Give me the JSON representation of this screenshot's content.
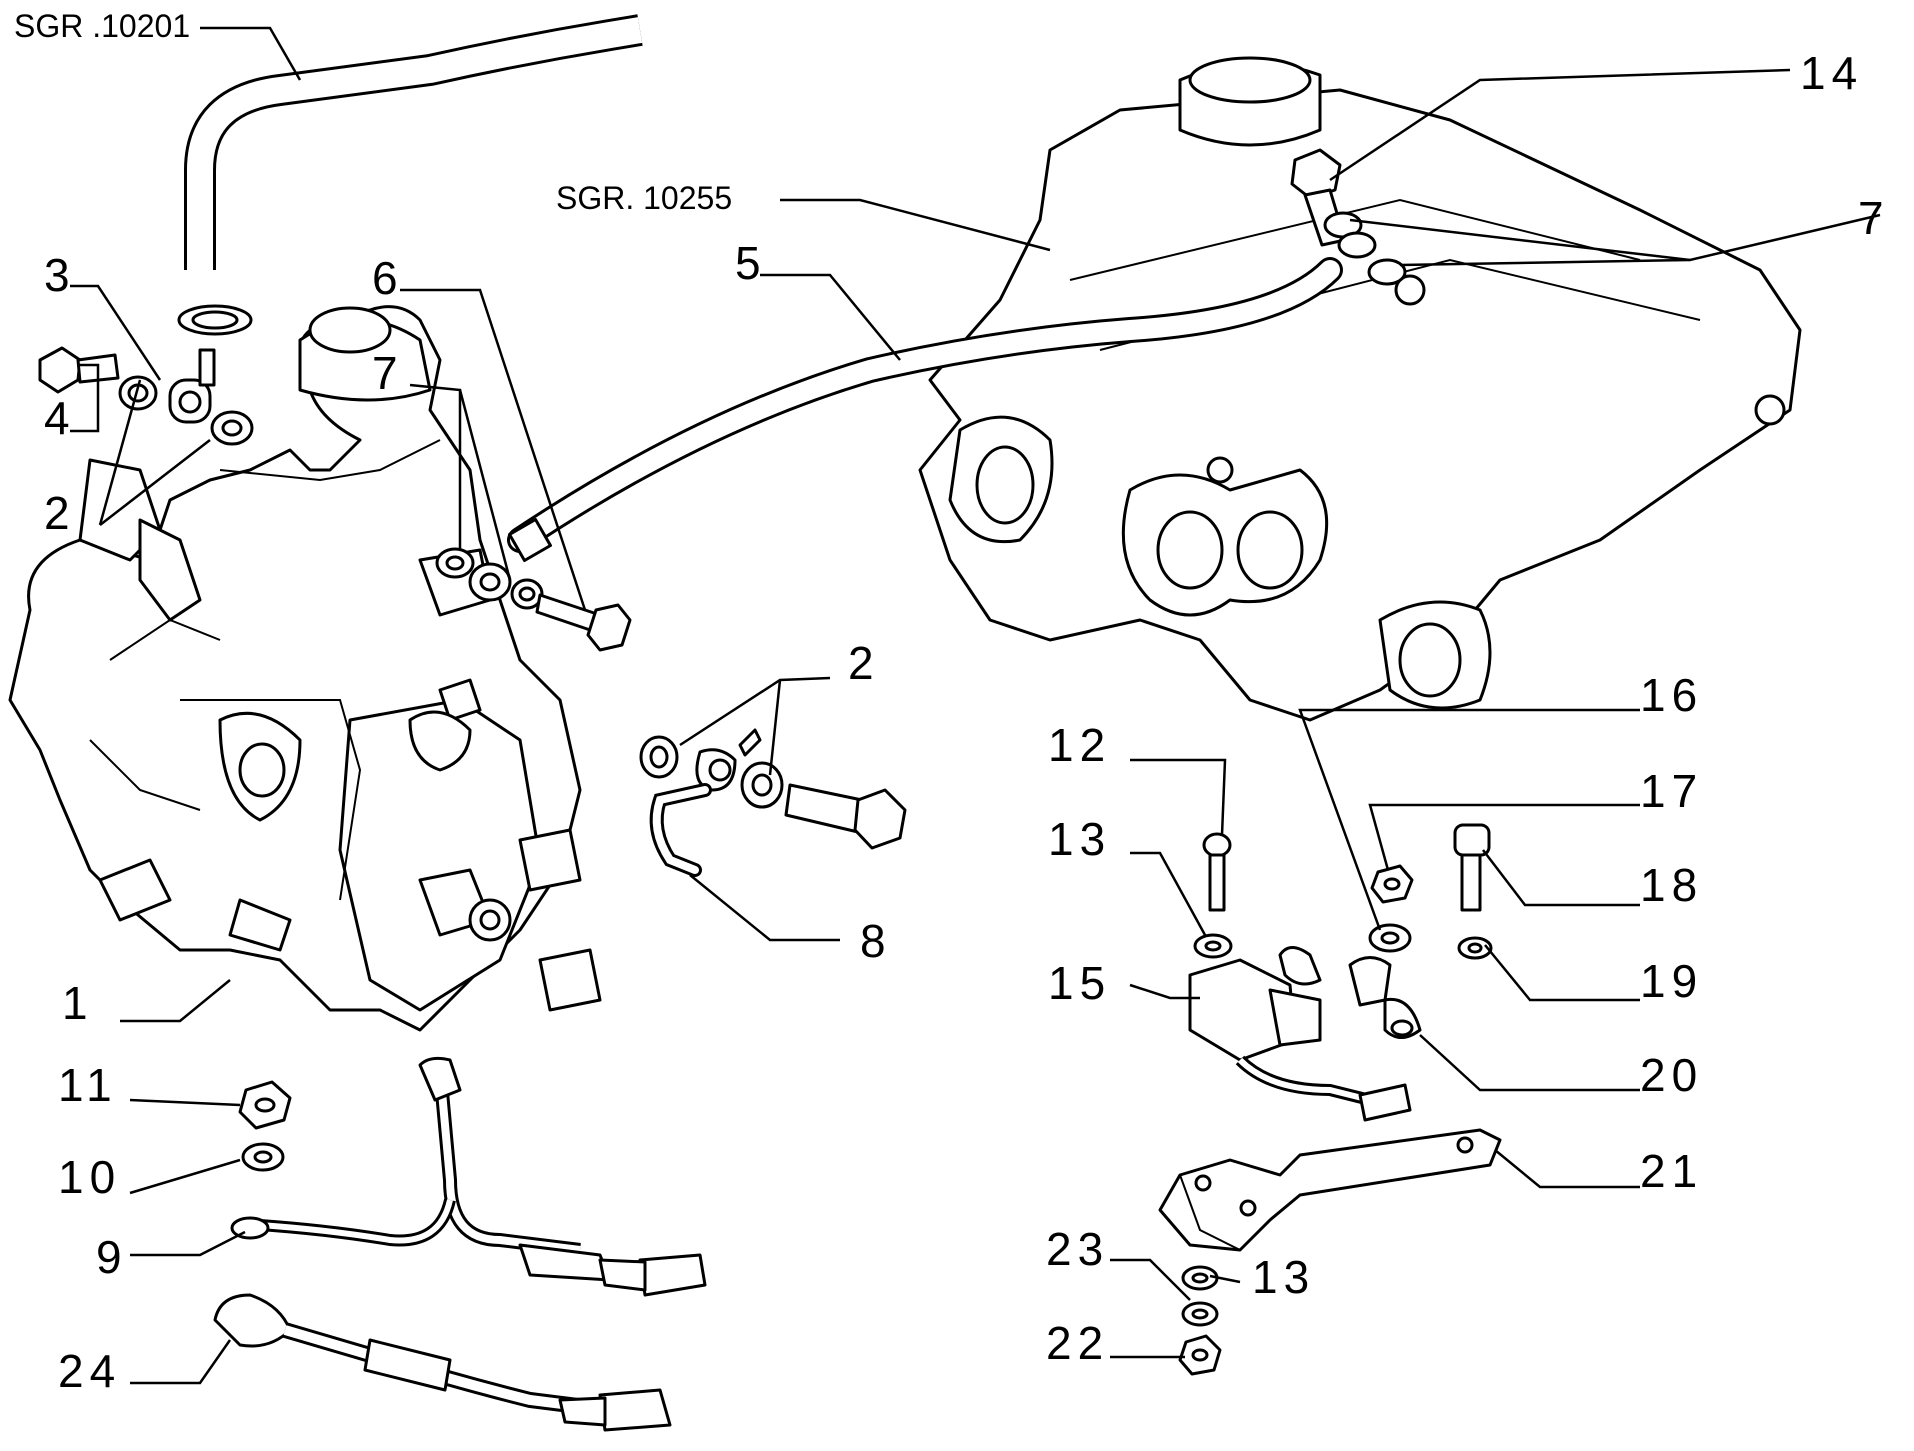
{
  "references": {
    "hose_ref": "SGR .10201",
    "pipe_ref": "SGR. 10255"
  },
  "callouts": {
    "c1": "1",
    "c2a": "2",
    "c2b": "2",
    "c3": "3",
    "c4": "4",
    "c5": "5",
    "c6": "6",
    "c7a": "7",
    "c7b": "7",
    "c8": "8",
    "c9": "9",
    "c10": "10",
    "c11": "11",
    "c12": "12",
    "c13a": "13",
    "c13b": "13",
    "c14": "14",
    "c15": "15",
    "c16": "16",
    "c17": "17",
    "c18": "18",
    "c19": "19",
    "c20": "20",
    "c21": "21",
    "c22": "22",
    "c23": "23",
    "c24": "24"
  }
}
